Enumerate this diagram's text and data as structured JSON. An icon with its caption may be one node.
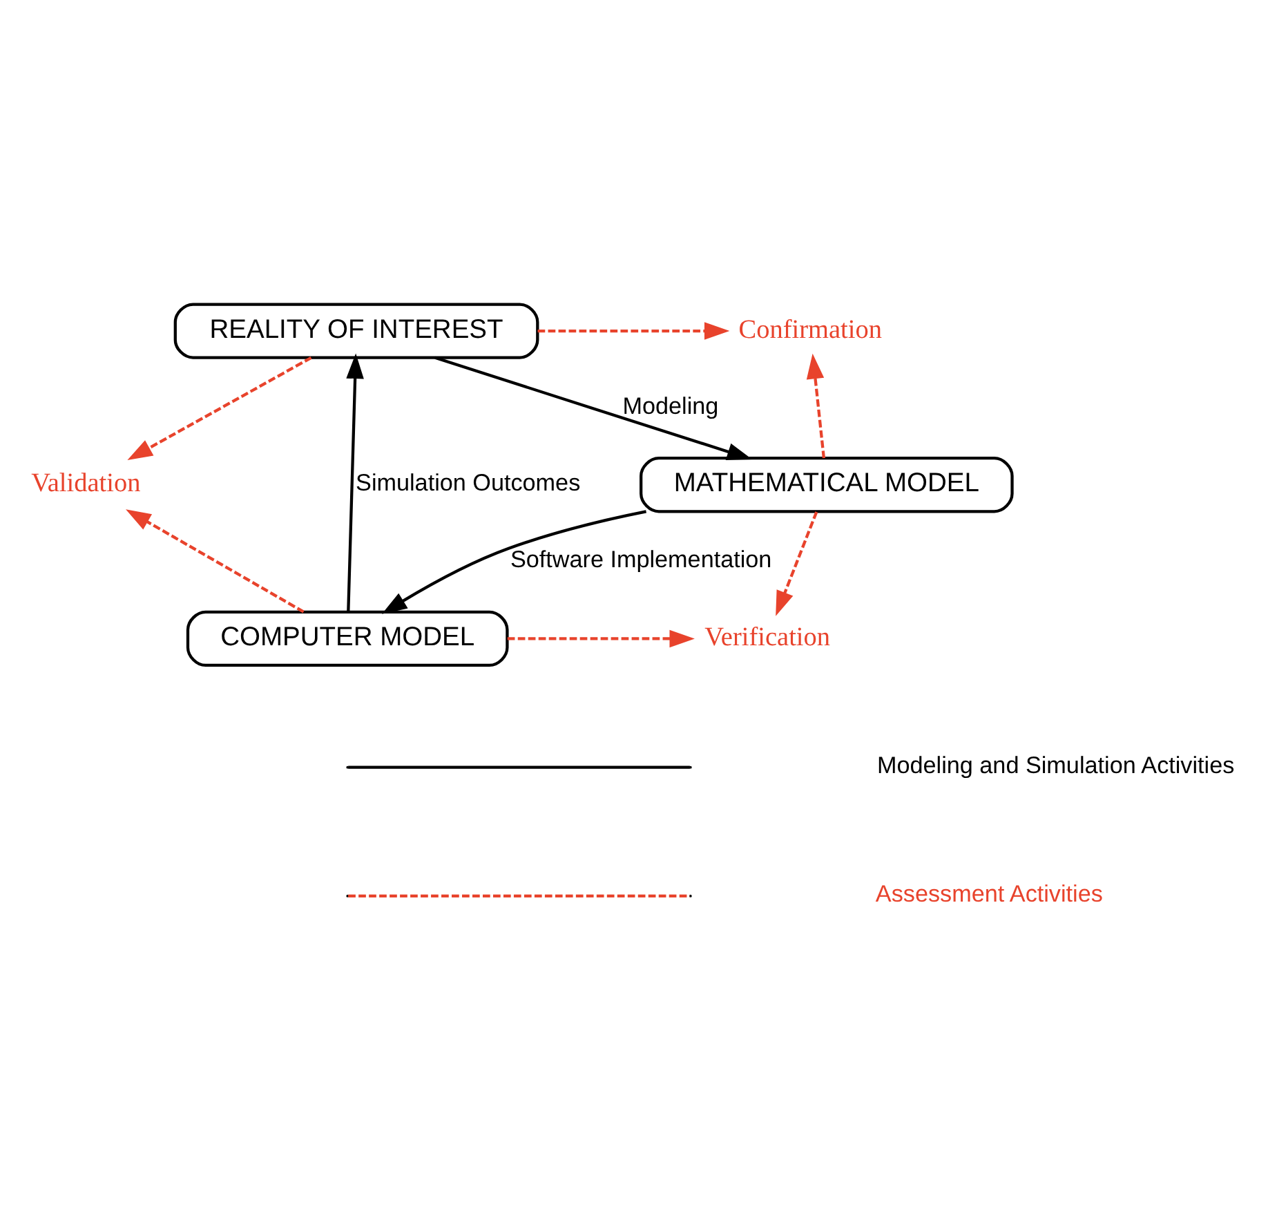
{
  "diagram": {
    "nodes": [
      {
        "text": [
          "REALITY OF INTEREST"
        ]
      },
      {
        "text": [
          "MATHEMATICAL MODEL"
        ]
      },
      {
        "text": [
          "COMPUTER MODEL"
        ]
      },
      {
        "text": [
          "Confirmation"
        ]
      },
      {
        "text": [
          "Validation"
        ]
      },
      {
        "text": [
          "Verification"
        ]
      }
    ],
    "edges": [
      {
        "from": 0,
        "to": 1,
        "arrow": "to",
        "label": "Modeling",
        "color": "#000000"
      },
      {
        "from": 1,
        "to": 2,
        "arrow": "to",
        "label": "Software Implementation",
        "color": "#000000"
      },
      {
        "from": 2,
        "to": 0,
        "arrow": "to",
        "label": "Simulation Outcomes",
        "color": "#000000"
      },
      {
        "from": 0,
        "to": 3,
        "arrow": "to",
        "style": "dashed",
        "color": "#e8432c"
      },
      {
        "from": 1,
        "to": 3,
        "arrow": "to",
        "style": "dashed",
        "color": "#e8432c"
      },
      {
        "from": 0,
        "to": 4,
        "arrow": "to",
        "style": "dashed",
        "color": "#e8432c"
      },
      {
        "from": 2,
        "to": 4,
        "arrow": "to",
        "style": "dashed",
        "color": "#e8432c"
      },
      {
        "from": 1,
        "to": 5,
        "arrow": "to",
        "style": "dashed",
        "color": "#e8432c"
      },
      {
        "from": 2,
        "to": 5,
        "arrow": "to",
        "style": "dashed",
        "color": "#e8432c"
      }
    ],
    "legend": [
      {
        "text": "Modeling and Simulation Activities"
      },
      {
        "text": "Assessment Activities"
      }
    ]
  }
}
